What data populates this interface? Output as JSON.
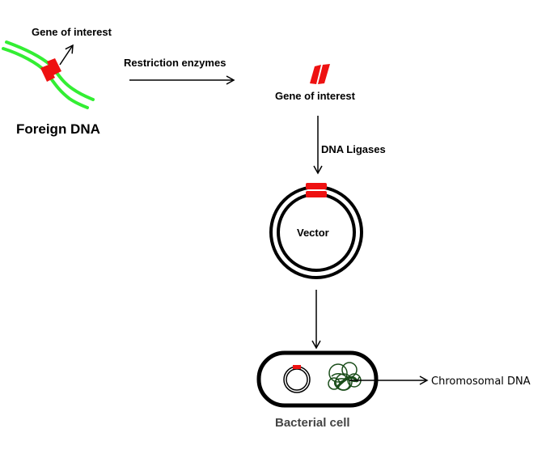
{
  "labels": {
    "gene_of_interest_top": "Gene of interest",
    "foreign_dna": "Foreign DNA",
    "restriction_enzymes": "Restriction enzymes",
    "gene_of_interest_cut": "Gene of interest",
    "dna_ligases": "DNA Ligases",
    "vector": "Vector",
    "bacterial_cell": "Bacterial cell",
    "chromosomal_dna": "Chromosomal DNA"
  },
  "colors": {
    "dna_strand": "#33ee33",
    "gene": "#ee1111",
    "outline": "#000000",
    "chromosome": "#1a4d1a",
    "bacterial_label": "#444444"
  }
}
